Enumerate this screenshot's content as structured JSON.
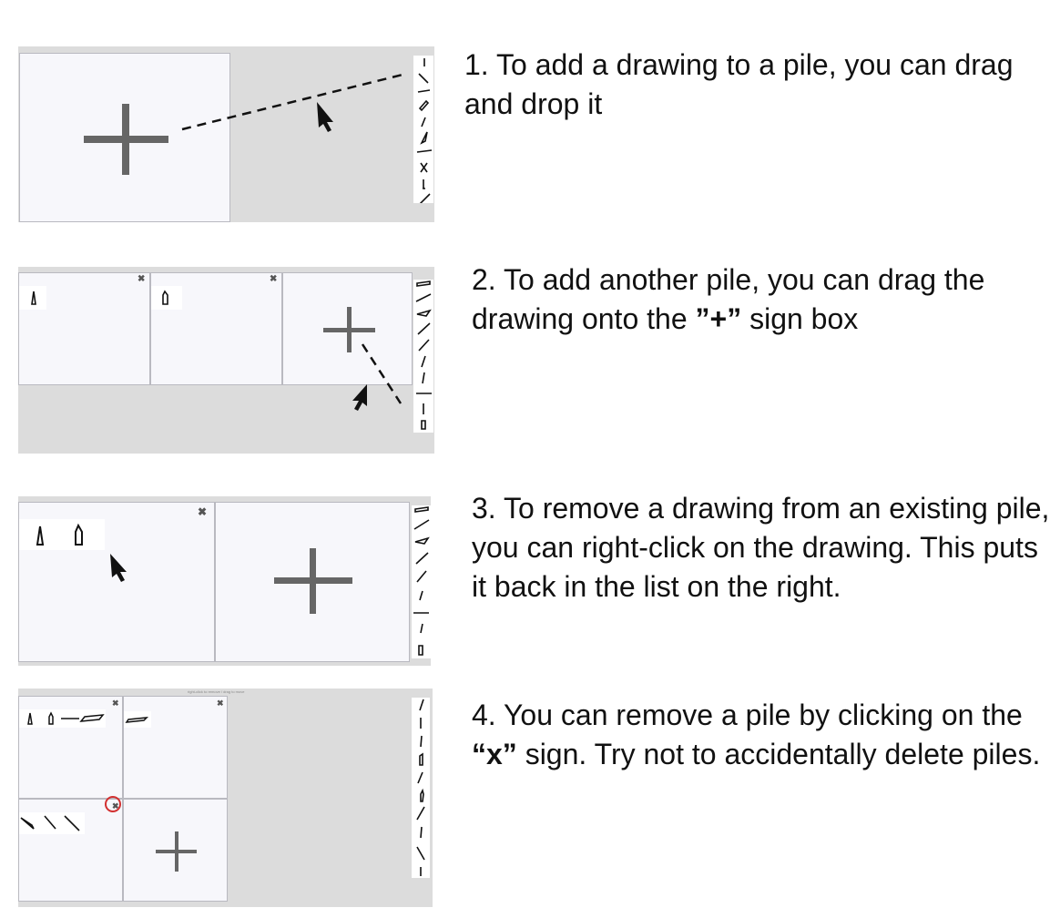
{
  "steps": [
    {
      "text": "1. To add a drawing to a pile, you can drag and drop it"
    },
    {
      "pre": "2. To add another pile, you can drag the drawing onto the ",
      "bold": "”+”",
      "post": " sign box"
    },
    {
      "text": "3. To remove a drawing from an existing pile, you can right-click on the drawing. This puts it back in the list on the right."
    },
    {
      "pre": "4. You can remove a pile by clicking on the ",
      "bold": "“x”",
      "post": " sign. Try not to accidentally delete piles."
    }
  ],
  "icons": {
    "plus": "plus-icon",
    "close": "close-icon",
    "cursor": "cursor-arrow-icon",
    "highlight": "red-circle-highlight"
  },
  "close_glyph": "✖",
  "panel4_hint": "right-click to remove / drag to move",
  "colors": {
    "panel_bg": "#dcdcdc",
    "pile_bg": "#f7f7fb",
    "plus": "#666666",
    "highlight": "#d23030",
    "text": "#111111"
  }
}
